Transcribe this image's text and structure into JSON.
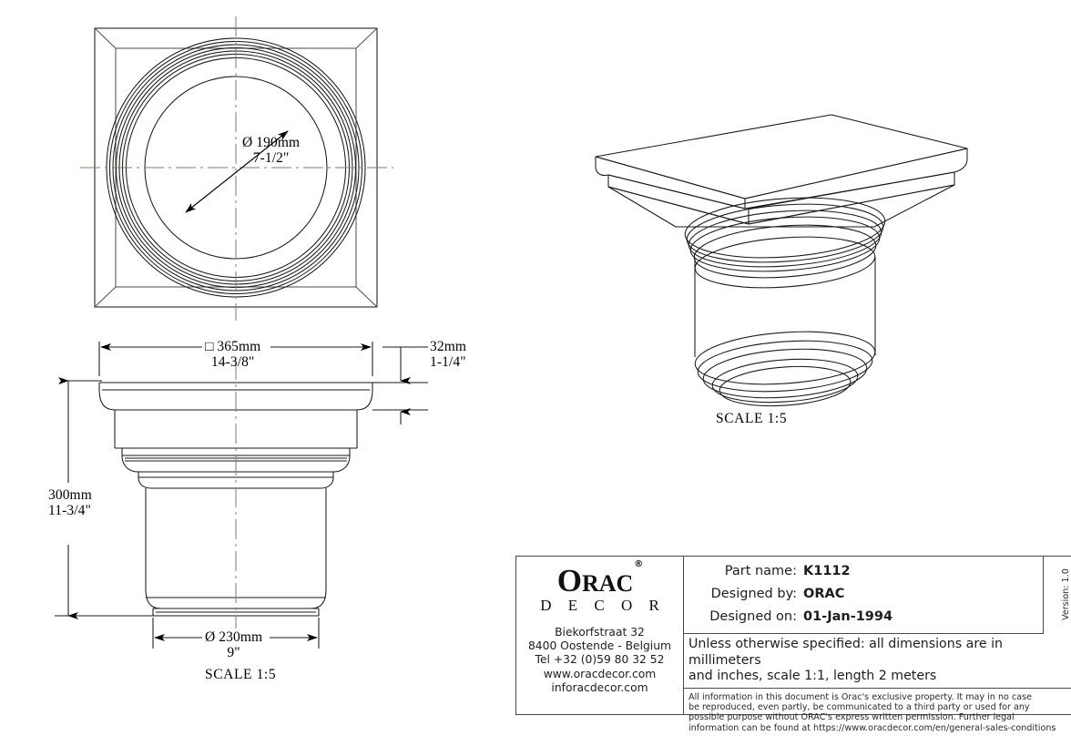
{
  "document": {
    "type": "technical-drawing",
    "part_number": "K1112"
  },
  "views": {
    "plan": {
      "name": "plan-view",
      "scale_label": "",
      "dimension": {
        "line1": "Ø 190mm",
        "line2": "7-1/2\""
      }
    },
    "elevation": {
      "name": "front-elevation-view",
      "scale_label": "SCALE  1:5",
      "dim_width": {
        "line1": "□ 365mm",
        "line2": "14-3/8\""
      },
      "dim_thickness": {
        "line1": "32mm",
        "line2": "1-1/4\""
      },
      "dim_height": {
        "line1": "300mm",
        "line2": "11-3/4\""
      },
      "dim_base": {
        "line1": "Ø 230mm",
        "line2": "9\""
      }
    },
    "isometric": {
      "name": "isometric-view",
      "scale_label": "SCALE  1:5"
    }
  },
  "title_block": {
    "logo": {
      "brand_o": "O",
      "brand_rac": "RAC",
      "registered": "®",
      "subtitle": "D E C O R"
    },
    "address": {
      "line1": "Biekorfstraat 32",
      "line2": "8400 Oostende - Belgium",
      "line3": "Tel  +32 (0)59 80 32 52",
      "line4": "www.oracdecor.com",
      "line5": "inforacdecor.com"
    },
    "fields": [
      {
        "label": "Part name:",
        "value": "K1112"
      },
      {
        "label": "Designed by:",
        "value": "ORAC"
      },
      {
        "label": "Designed on:",
        "value": "01-Jan-1994"
      }
    ],
    "note": {
      "line1": "Unless otherwise specified: all dimensions are in millimeters",
      "line2": "and inches, scale 1:1, length 2 meters"
    },
    "legal": {
      "line1": "All information in this document is Orac's exclusive property.  It may in no case",
      "line2": "be reproduced, even partly, be communicated to a third party or used for any",
      "line3": "possible purpose without ORAC's express written permission. Further legal",
      "line4": "information can be found at https://www.oracdecor.com/en/general-sales-conditions"
    },
    "version": "Version: 1.0"
  },
  "colors": {
    "line": "#1a1a1a",
    "centerline": "#8a7a63",
    "border": "#4a4a4a",
    "background": "#ffffff"
  }
}
